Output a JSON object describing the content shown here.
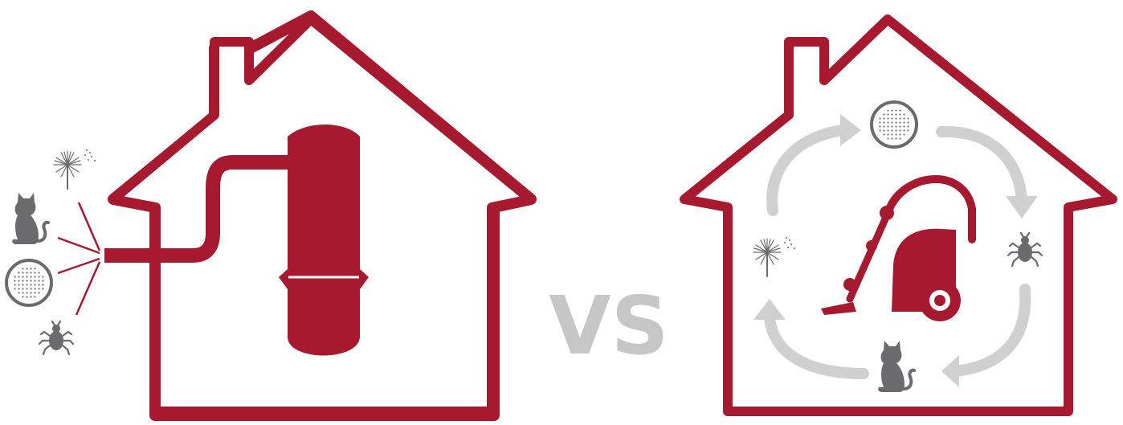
{
  "comparison": {
    "label": "VS"
  },
  "colors": {
    "accent": "#a6192e",
    "icon_gray": "#6b6b6d",
    "arrow_gray": "#d0d0d0",
    "vs_gray": "#c6c6c6",
    "background": "#ffffff"
  },
  "left_house": {
    "system": "central-vacuum-exhausting-outside",
    "exhausted_items": [
      "dandelion-allergen-icon",
      "cat-icon",
      "dust-filter-icon",
      "mite-icon"
    ]
  },
  "right_house": {
    "system": "portable-canister-vacuum-recirculating",
    "cycle_items": [
      "dust-filter-icon",
      "mite-icon",
      "cat-icon",
      "dandelion-allergen-icon"
    ]
  }
}
